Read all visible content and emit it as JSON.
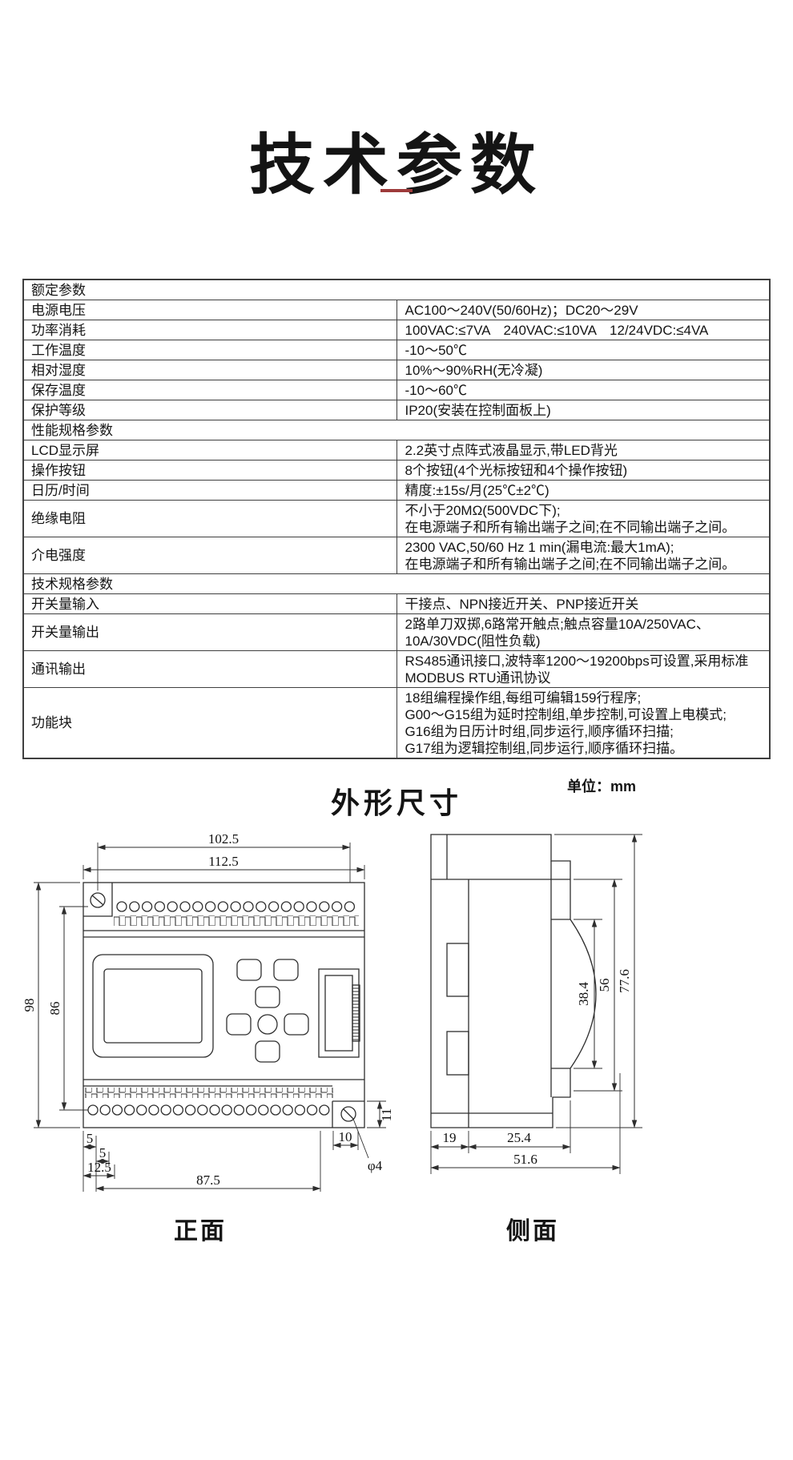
{
  "header": {
    "title": "技术参数"
  },
  "colors": {
    "accent": "#9e3b3b",
    "line": "#2e2e2e",
    "text": "#141414"
  },
  "spec_table": {
    "rows": [
      {
        "type": "section",
        "label": "额定参数"
      },
      {
        "type": "row",
        "label": "电源电压",
        "value": [
          "AC100～240V(50/60Hz)；DC20～29V"
        ]
      },
      {
        "type": "row",
        "label": "功率消耗",
        "value": [
          "100VAC:≤7VA　240VAC:≤10VA　12/24VDC:≤4VA"
        ]
      },
      {
        "type": "row",
        "label": "工作温度",
        "value": [
          "-10～50℃"
        ]
      },
      {
        "type": "row",
        "label": "相对湿度",
        "value": [
          "10%～90%RH(无冷凝)"
        ]
      },
      {
        "type": "row",
        "label": "保存温度",
        "value": [
          "-10～60℃"
        ]
      },
      {
        "type": "row",
        "label": "保护等级",
        "value": [
          "IP20(安装在控制面板上)"
        ]
      },
      {
        "type": "section",
        "label": "性能规格参数"
      },
      {
        "type": "row",
        "label": "LCD显示屏",
        "value": [
          "2.2英寸点阵式液晶显示,带LED背光"
        ]
      },
      {
        "type": "row",
        "label": "操作按钮",
        "value": [
          "8个按钮(4个光标按钮和4个操作按钮)"
        ]
      },
      {
        "type": "row",
        "label": "日历/时间",
        "value": [
          "精度:±15s/月(25℃±2℃)"
        ]
      },
      {
        "type": "row",
        "label": "绝缘电阻",
        "value": [
          "不小于20MΩ(500VDC下);",
          "在电源端子和所有输出端子之间;在不同输出端子之间。"
        ]
      },
      {
        "type": "row",
        "label": "介电强度",
        "value": [
          "2300 VAC,50/60 Hz 1 min(漏电流:最大1mA);",
          "在电源端子和所有输出端子之间;在不同输出端子之间。"
        ]
      },
      {
        "type": "section",
        "label": "技术规格参数"
      },
      {
        "type": "row",
        "label": "开关量输入",
        "value": [
          "干接点、NPN接近开关、PNP接近开关"
        ]
      },
      {
        "type": "row",
        "label": "开关量输出",
        "value": [
          "2路单刀双掷,6路常开触点;触点容量10A/250VAC、10A/30VDC(阻性负载)"
        ]
      },
      {
        "type": "row",
        "label": "通讯输出",
        "value": [
          "RS485通讯接口,波特率1200～19200bps可设置,采用标准MODBUS RTU通讯协议"
        ]
      },
      {
        "type": "row",
        "label": "功能块",
        "value": [
          "18组编程操作组,每组可编辑159行程序;",
          "G00～G15组为延时控制组,单步控制,可设置上电模式;",
          "G16组为日历计时组,同步运行,顺序循环扫描;",
          "G17组为逻辑控制组,同步运行,顺序循环扫描。"
        ]
      }
    ]
  },
  "dimensions": {
    "title": "外形尺寸",
    "unit": "单位：mm",
    "front_label": "正面",
    "side_label": "侧面",
    "front": {
      "width_inner": "102.5",
      "width_outer": "112.5",
      "height_outer": "98",
      "height_inner": "86",
      "offset_a": "5",
      "offset_b": "5",
      "offset_c": "12.5",
      "terminal_span": "87.5",
      "tab_width": "10",
      "hole_diameter": "φ4",
      "tab_height": "11"
    },
    "side": {
      "face_depth": "38.4",
      "body_depth": "56",
      "height_total": "77.6",
      "rail_width": "19",
      "body_width": "25.4",
      "depth_total": "51.6"
    }
  }
}
